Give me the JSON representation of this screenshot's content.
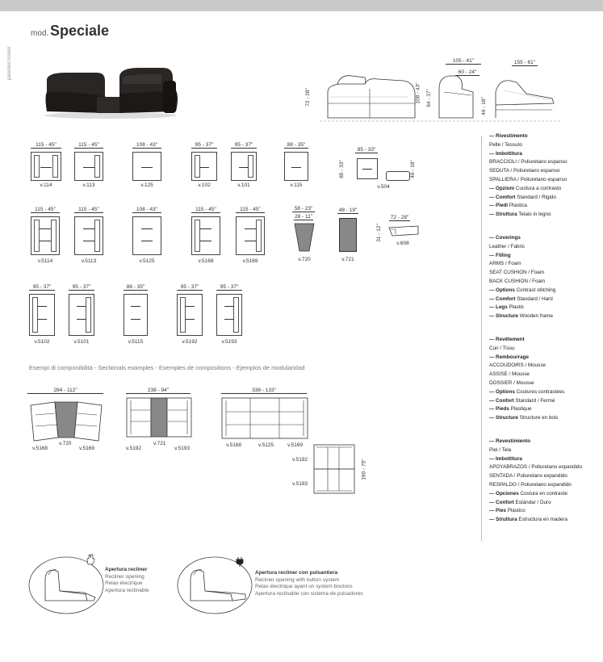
{
  "header": {
    "mod": "mod.",
    "name": "Speciale",
    "patent": "patented model"
  },
  "dimensions_top": {
    "w1": "105 - 41\"",
    "w2": "60 - 24\"",
    "w3": "155 - 61\"",
    "h1": "72 - 28\"",
    "h2": "108 - 43\"",
    "h3": "94 - 37\"",
    "h4": "46 - 18\""
  },
  "row1": [
    {
      "dim": "115 - 45\"",
      "code": "v.114"
    },
    {
      "dim": "115 - 45\"",
      "code": "v.113"
    },
    {
      "dim": "108 - 43\"",
      "code": "v.125"
    },
    {
      "dim": "95 - 37\"",
      "code": "v.102"
    },
    {
      "dim": "95 - 37\"",
      "code": "v.101"
    },
    {
      "dim": "88 - 35\"",
      "code": "v.115"
    }
  ],
  "pouf": {
    "w": "85 - 33\"",
    "h": "85 - 33\"",
    "height": "46 - 18\"",
    "code": "v.504"
  },
  "row2": [
    {
      "dim": "115 - 45\"",
      "code": "v.5114"
    },
    {
      "dim": "115 - 45\"",
      "code": "v.5113"
    },
    {
      "dim": "108 - 43\"",
      "code": "v.5125"
    },
    {
      "dim": "115 - 45\"",
      "code": "v.5168"
    },
    {
      "dim": "115 - 45\"",
      "code": "v.5169"
    }
  ],
  "wedge720": {
    "dim1": "58 - 23\"",
    "dim2": "28 - 11\"",
    "code": "v.720"
  },
  "wedge721": {
    "dim": "48 - 19\"",
    "code": "v.721"
  },
  "arm608": {
    "dim": "72 - 28\"",
    "dimv": "31 - 12\"",
    "code": "v.608"
  },
  "row3": [
    {
      "dim": "95 - 37\"",
      "code": "v.5102"
    },
    {
      "dim": "95 - 37\"",
      "code": "v.5101"
    },
    {
      "dim": "88 - 35\"",
      "code": "v.5115"
    },
    {
      "dim": "95 - 37\"",
      "code": "v.5192"
    },
    {
      "dim": "95 - 37\"",
      "code": "v.5193"
    }
  ],
  "examples_title": "Esempi di componibilità  -  Sectionals examples - Exemples de compositions - Ejemplos de modularidad",
  "ex1": {
    "dim": "284 - 112\"",
    "a": "v.5168",
    "b": "v.720",
    "c": "v.5169"
  },
  "ex2": {
    "dim": "238 - 94\"",
    "a": "v.5192",
    "b": "v.721",
    "c": "v.5193"
  },
  "ex3": {
    "dim": "338 - 133\"",
    "a": "v.5168",
    "b": "v.5125",
    "c": "v.5169"
  },
  "ex4": {
    "dim": "190 - 75\"",
    "a": "v.5192",
    "b": "v.5193"
  },
  "specs_it": {
    "h1": "Rivestimento",
    "l1": "Pelle / Tessuto",
    "h2": "Imbottitura",
    "l2": "BRACCIOLI / Poliuretano espanso",
    "l3": "SEDUTA / Poliuretano espanso",
    "l4": "SPALLIERA / Poliuretano espanso",
    "o_k": "Opzioni",
    "o_v": "Cucitura a contrasto",
    "c_k": "Comfort",
    "c_v": "Standard / Rigido",
    "p_k": "Piedi",
    "p_v": "Plastica",
    "s_k": "Struttura",
    "s_v": "Telaio in legno"
  },
  "specs_en": {
    "h1": "Coverings",
    "l1": "Leather / Fabric",
    "h2": "Filling",
    "l2": "ARMS / Foam",
    "l3": "SEAT CUSHION / Foam",
    "l4": "BACK CUSHION / Foam",
    "o_k": "Options",
    "o_v": "Contrast stitching",
    "c_k": "Comfort",
    "c_v": "Standard / Hard",
    "p_k": "Legs",
    "p_v": "Plastic",
    "s_k": "Structure",
    "s_v": "Wooden frame"
  },
  "specs_fr": {
    "h1": "Revêtement",
    "l1": "Cuir / Tissu",
    "h2": "Rembourrage",
    "l2": "ACCOUDOIRS / Mousse",
    "l3": "ASSISE / Mousse",
    "l4": "DOSSIER / Mousse",
    "o_k": "Options",
    "o_v": "Coutures contrastées",
    "c_k": "Confort",
    "c_v": "Standard / Fermé",
    "p_k": "Pieds",
    "p_v": "Plastique",
    "s_k": "Structure",
    "s_v": "Structure en bois"
  },
  "specs_es": {
    "h1": "Revestimiento",
    "l1": "Piel / Tela",
    "h2": "Imbottitura",
    "l2": "APOYABRAZOS / Poliuretano expandido",
    "l3": "SENTADA / Poliuretano expandido",
    "l4": "RESPALDO / Poliuretano expandido",
    "o_k": "Opciones",
    "o_v": "Costura en contraste",
    "c_k": "Confort",
    "c_v": "Estándar / Duro",
    "p_k": "Pies",
    "p_v": "Plástico",
    "s_k": "Struttura",
    "s_v": "Estructura en madera"
  },
  "recliner1": {
    "t": "Apertura recliner",
    "l1": "Recliner opening",
    "l2": "Relax électrique",
    "l3": "Apertura reclinable"
  },
  "recliner2": {
    "t": "Apertura recliner con pulsantiera",
    "l1": "Recliner opening with button system",
    "l2": "Relax électrique ayant un system boutons",
    "l3": "Apertura reclinable con sistema de pulsadores"
  }
}
